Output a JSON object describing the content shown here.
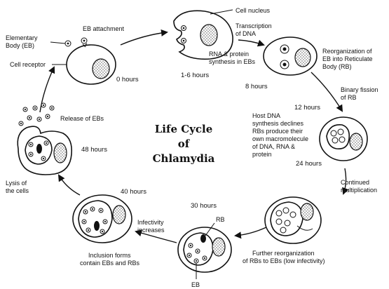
{
  "diagram": {
    "title": [
      "Life Cycle",
      "of",
      "Chlamydia"
    ],
    "stages": {
      "stage_0h": {
        "time": "0 hours",
        "labels": [
          "EB attachment",
          "Elementary",
          "Body (EB)",
          "Cell receptor"
        ]
      },
      "stage_1_6h": {
        "time": "1-6 hours",
        "labels": [
          "Cell nucleus",
          "Transcription",
          "of DNA",
          "RNA & protein",
          "synthesis in EBs"
        ]
      },
      "stage_8h": {
        "time": "8 hours",
        "labels": [
          "Reorganization of",
          "EB into Reticulate",
          "Body (RB)"
        ]
      },
      "stage_12h": {
        "time": "12 hours",
        "labels": [
          "Binary fission",
          "of RB"
        ]
      },
      "stage_24h": {
        "time": "24 hours",
        "labels": [
          "Host DNA",
          "synthesis declines",
          "RBs produce their",
          "own macromolecule",
          "of DNA, RNA &",
          "protein"
        ]
      },
      "stage_continued": {
        "labels": [
          "Continued",
          "multiplication"
        ]
      },
      "stage_30h": {
        "time": "30 hours",
        "labels": [
          "RB",
          "EB",
          "Further reorganization",
          "of RBs to EBs (low infectivity)"
        ]
      },
      "stage_40h": {
        "time": "40 hours",
        "labels": [
          "Infectivity",
          "increases",
          "Inclusion forms",
          "contain EBs and RBs"
        ]
      },
      "stage_48h": {
        "time": "48 hours",
        "labels": [
          "Release of EBs",
          "Lysis of",
          "the cells"
        ]
      }
    }
  }
}
